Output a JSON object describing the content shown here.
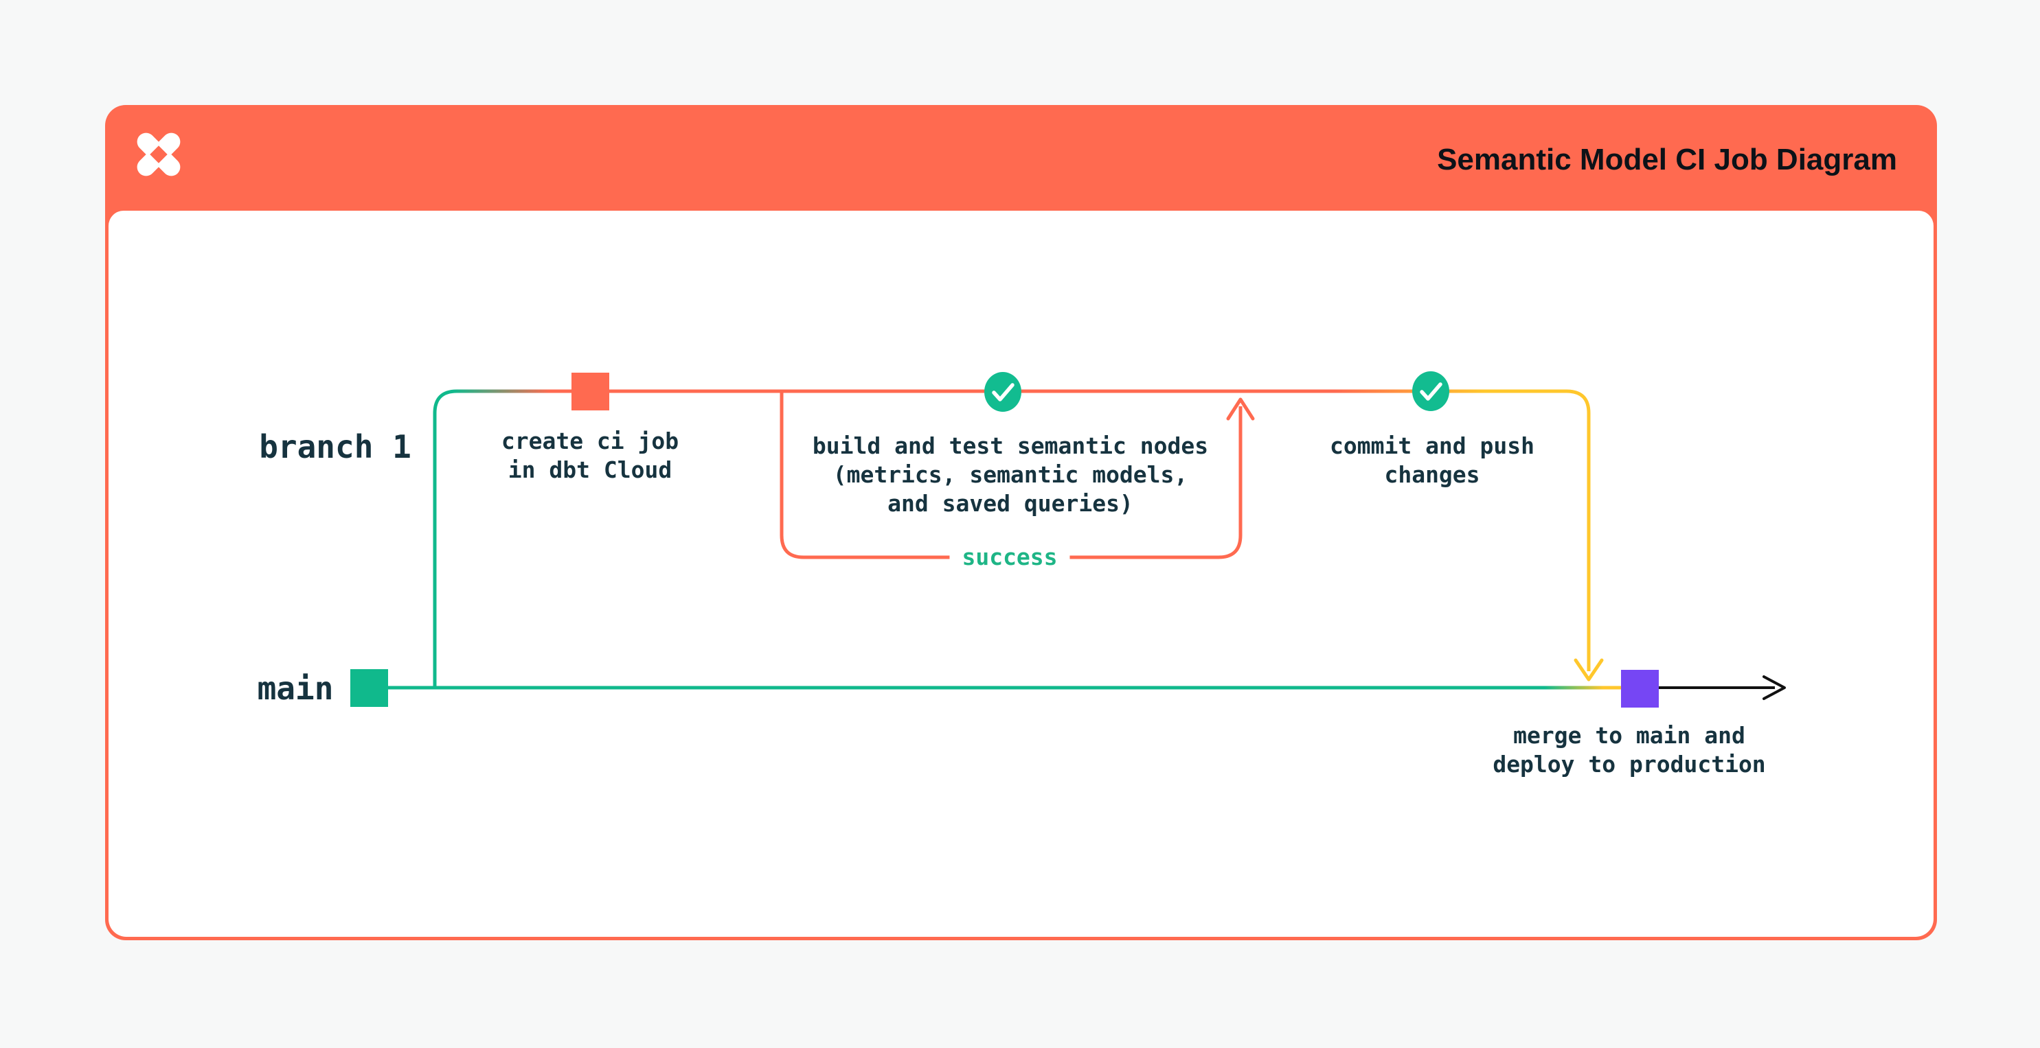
{
  "colors": {
    "orange": "#FF6A50",
    "green": "#10B98C",
    "check_green": "#12BC90",
    "success_green": "#1EB586",
    "yellow": "#FFC72C",
    "purple": "#7646F4",
    "navy": "#16333F",
    "title_text": "#0C1218",
    "arrow_black": "#111111",
    "page_bg": "#F7F8F8",
    "card_bg": "#FFFFFF"
  },
  "header": {
    "title": "Semantic Model CI Job Diagram",
    "logo": "dbt-logo"
  },
  "diagram": {
    "lanes": {
      "branch": "branch 1",
      "main": "main"
    },
    "steps": [
      {
        "id": "create-ci-job",
        "marker": "orange-square-commit",
        "lines": [
          "create ci job",
          "in dbt Cloud"
        ]
      },
      {
        "id": "build-test-semantic-nodes",
        "marker": "check-circle",
        "lines": [
          "build and test semantic nodes",
          "(metrics, semantic models,",
          "and saved queries)"
        ],
        "loop_label": "success"
      },
      {
        "id": "commit-push",
        "marker": "check-circle",
        "lines": [
          "commit and push",
          "changes"
        ]
      },
      {
        "id": "merge-deploy",
        "marker": "purple-square-commit",
        "lines": [
          "merge to main and",
          "deploy to production"
        ]
      }
    ]
  }
}
